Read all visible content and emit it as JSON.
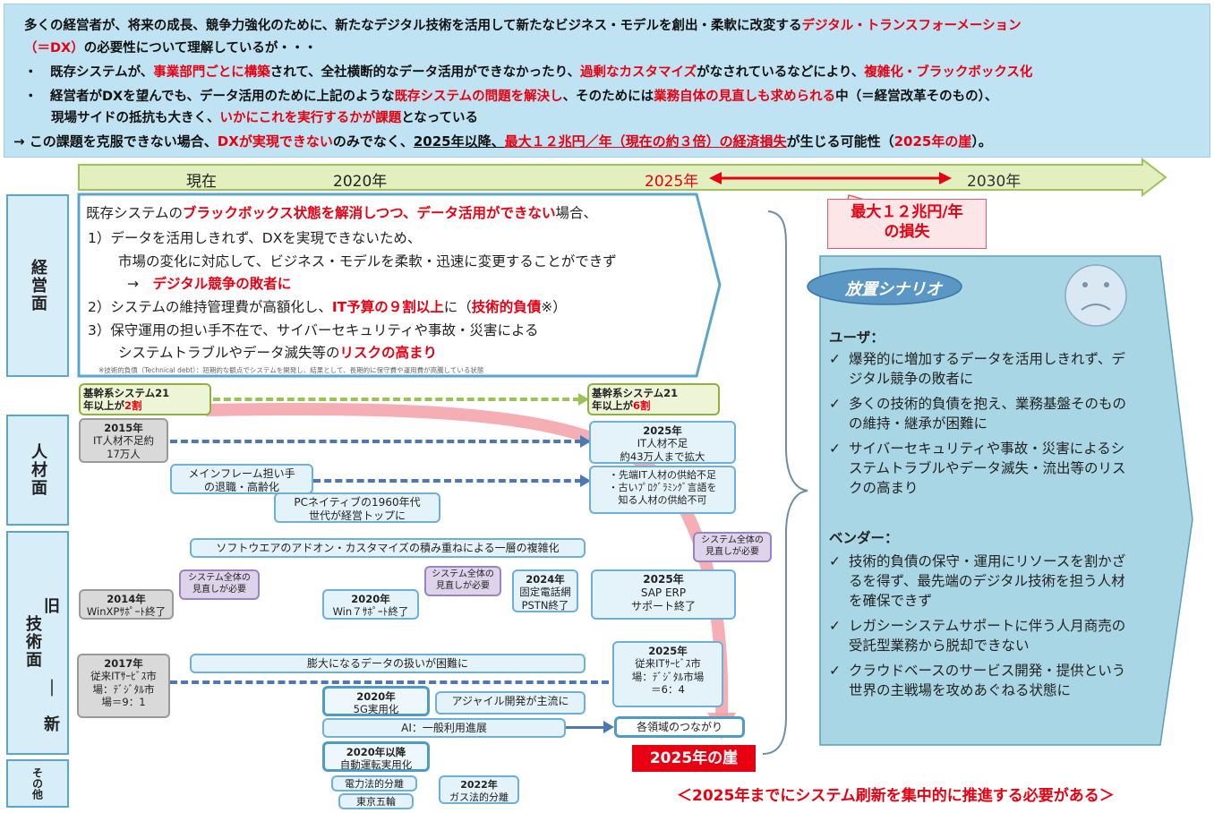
{
  "header": {
    "line1_a": "多くの経営者が、将来の成長、競争力強化のために、新たなデジタル技術を活用して新たなビジネス・モデルを創出・柔軟に改変する",
    "line1_b": "デジタル・トランスフォーメーション",
    "line2_a": "（＝DX）",
    "line2_b": "の必要性について理解しているが・・・",
    "b1": [
      {
        "t": "・　既存システムが、",
        "r": false
      },
      {
        "t": "事業部門ごとに構築",
        "r": true
      },
      {
        "t": "されて、全社横断的なデータ活用ができなかったり、",
        "r": false
      },
      {
        "t": "過剰なカスタマイズ",
        "r": true
      },
      {
        "t": "がなされているなどにより、",
        "r": false
      },
      {
        "t": "複雑化・ブラックボックス化",
        "r": true
      }
    ],
    "b2": [
      {
        "t": "・　経営者がDXを望んでも、データ活用のために上記のような",
        "r": false
      },
      {
        "t": "既存システムの問題を解決し",
        "r": true
      },
      {
        "t": "、そのためには",
        "r": false
      },
      {
        "t": "業務自体の見直しも求められる",
        "r": true
      },
      {
        "t": "中（＝経営改革そのもの）、",
        "r": false
      }
    ],
    "b2_cont": [
      {
        "t": "現場サイドの抵抗も大きく、",
        "r": false
      },
      {
        "t": "いかにこれを実行するかが課題",
        "r": true
      },
      {
        "t": "となっている",
        "r": false
      }
    ],
    "concl": [
      {
        "t": "→ この課題を克服できない場合、",
        "r": false,
        "u": false
      },
      {
        "t": "DXが実現できない",
        "r": true,
        "u": false
      },
      {
        "t": "のみでなく、",
        "r": false,
        "u": false
      },
      {
        "t": "2025年以降、",
        "r": false,
        "u": true
      },
      {
        "t": "最大１２兆円／年（現在の約３倍）の経済損失",
        "r": true,
        "u": true
      },
      {
        "t": "が生じる可能性（",
        "r": false,
        "u": false
      },
      {
        "t": "2025年の崖",
        "r": true,
        "u": false
      },
      {
        "t": "）。",
        "r": false,
        "u": false
      }
    ]
  },
  "timeline": {
    "now": "現在",
    "y2020": "2020年",
    "y2025": "2025年",
    "y2030": "2030年"
  },
  "loss": {
    "line1": "最大１２兆円/年",
    "line2": "の損失"
  },
  "rows": {
    "keiei": "経営面",
    "jinzai": "人材面",
    "gijutsu_kyu": "旧",
    "gijutsu": "技術面",
    "dash": "｜",
    "shin": "新",
    "sonota": "その他"
  },
  "keiei": {
    "intro": [
      {
        "t": "既存システムの",
        "r": false
      },
      {
        "t": "ブラックボックス状態を解消しつつ、データ活用ができない",
        "r": true
      },
      {
        "t": "場合、",
        "r": false
      }
    ],
    "p1a": "1）データを活用しきれず、DXを実現できないため、",
    "p1b": "市場の変化に対応して、ビジネス・モデルを柔軟・迅速に変更することができず",
    "p1c_arrow": "→",
    "p1c": "デジタル競争の敗者に",
    "p2": [
      {
        "t": "2）システムの維持管理費が高額化し、",
        "r": false
      },
      {
        "t": "IT予算の９割以上",
        "r": true
      },
      {
        "t": "に（",
        "r": false
      },
      {
        "t": "技術的負債",
        "r": true
      },
      {
        "t": "※）",
        "r": false
      }
    ],
    "p3a": "3）保守運用の担い手不在で、サイバーセキュリティや事故・災害による",
    "p3b": [
      {
        "t": "システムトラブルやデータ滅失等の",
        "r": false
      },
      {
        "t": "リスクの高まり",
        "r": true
      }
    ],
    "note": "※技術的負債（Technical debt）：短期的な観点でシステムを開発し、結果として、長期的に保守費や運用費が高騰している状態"
  },
  "boxes": {
    "kikan_now_1": "基幹系システム21",
    "kikan_now_2a": "年以上が",
    "kikan_now_2b": "2割",
    "kikan_25_1": "基幹系システム21",
    "kikan_25_2a": "年以上が",
    "kikan_25_2b": "6割",
    "it15_y": "2015年",
    "it15_a": "IT人材不足約",
    "it15_b": "17万人",
    "it25_y": "2025年",
    "it25_a": "IT人材不足",
    "it25_b": "約43万人まで拡大",
    "mf_a": "メインフレーム担い手",
    "mf_b": "の退職・高齢化",
    "sentan_a": "・先端IT人材の供給不足",
    "sentan_b": "・古いﾌﾟﾛｸﾞﾗﾐﾝｸﾞ言語を",
    "sentan_c": "知る人材の供給不可",
    "pc_a": "PCネイティブの1960年代",
    "pc_b": "世代が経営トップに",
    "software": "ソフトウエアのアドオン・カスタマイズの積み重ねによる一層の複雑化",
    "minaoshi_a": "システム全体の",
    "minaoshi_b": "見直しが必要",
    "xp_y": "2014年",
    "xp_t": "WinXPｻﾎﾟｰﾄ終了",
    "w7_y": "2020年",
    "w7_t": "Win７ｻﾎﾟｰﾄ終了",
    "pstn_y": "2024年",
    "pstn_a": "固定電話網",
    "pstn_b": "PSTN終了",
    "sap_y": "2025年",
    "sap_a": "SAP ERP",
    "sap_b": "サポート終了",
    "m17_y": "2017年",
    "m17_a": "従来ITｻｰﾋﾞｽ市",
    "m17_b": "場：ﾃﾞｼﾞﾀﾙ市",
    "m17_c": "場＝9：1",
    "m25_y": "2025年",
    "m25_a": "従来ITｻｰﾋﾞｽ市",
    "m25_b": "場：ﾃﾞｼﾞﾀﾙ市場",
    "m25_c": "＝6：4",
    "bodai": "膨大になるデータの扱いが困難に",
    "g5_y": "2020年",
    "g5_t": "5G実用化",
    "agile": "アジャイル開発が主流に",
    "ai": "AI：一般利用進展",
    "kakuryo": "各領域のつながり",
    "auto_y": "2020年以降",
    "auto_t": "自動運転実用化",
    "denryoku": "電力法的分離",
    "gas_y": "2022年",
    "gas_t": "ガス法的分離",
    "tokyo": "東京五輪",
    "cliff": "2025年の崖"
  },
  "scenario": {
    "title": "放置シナリオ",
    "user_h": "ユーザ：",
    "user": [
      "爆発的に増加するデータを活用しきれず、デジタル競争の敗者に",
      "多くの技術的負債を抱え、業務基盤そのものの維持・継承が困難に",
      "サイバーセキュリティや事故・災害によるシステムトラブルやデータ滅失・流出等のリスクの高まり"
    ],
    "vendor_h": "ベンダー：",
    "vendor": [
      "技術的負債の保守・運用にリソースを割かざるを得ず、最先端のデジタル技術を担う人材を確保できず",
      "レガシーシステムサポートに伴う人月商売の受託型業務から脱却できない",
      "クラウドベースのサービス開発・提供という世界の主戦場を攻めあぐねる状態に"
    ],
    "check": "✓"
  },
  "bottom": "＜2025年までにシステム刷新を集中的に推進する必要がある＞",
  "colors": {
    "red": "#e60012",
    "accent_blue": "#5aa6cf",
    "header_bg": "#bfe3f2"
  }
}
